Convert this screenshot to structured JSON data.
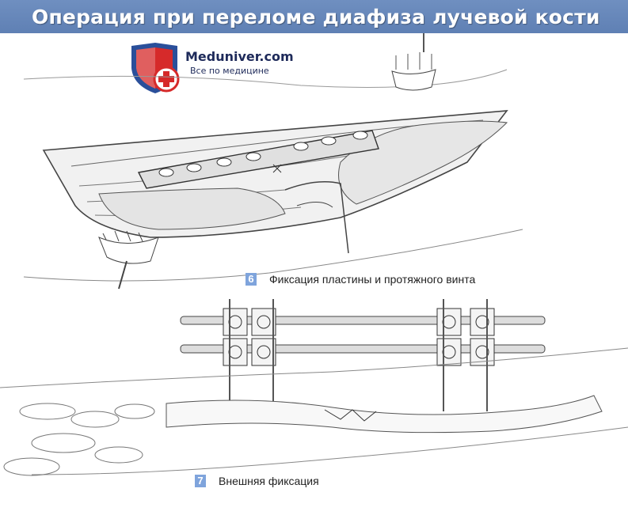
{
  "header": {
    "title": "Операция при переломе диафиза лучевой кости"
  },
  "logo": {
    "name": "Meduniver.com",
    "tagline": "Все по медицине",
    "icon": "medical-cross-shield-icon"
  },
  "figures": [
    {
      "number": "6",
      "caption": "Фиксация пластины и протяжного винта"
    },
    {
      "number": "7",
      "caption": "Внешняя фиксация"
    }
  ],
  "colors": {
    "title_bar": "#6385b8",
    "figure_number_badge": "#7fa4dc",
    "shield_red": "#d62a2a",
    "shield_blue": "#2a4f9a"
  }
}
